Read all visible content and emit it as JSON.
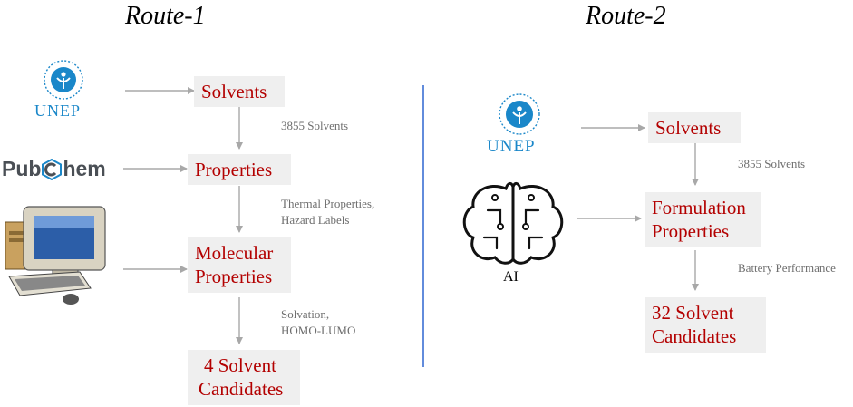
{
  "route1": {
    "title": "Route-1",
    "logo_unep": "UNEP",
    "logo_pubchem_a": "Pub",
    "logo_pubchem_b": "hem",
    "boxes": {
      "solvents": "Solvents",
      "properties": "Properties",
      "molecular_1": "Molecular",
      "molecular_2": "Properties",
      "candidates_1": "4 Solvent",
      "candidates_2": "Candidates"
    },
    "notes": {
      "n1": "3855 Solvents",
      "n2a": "Thermal Properties,",
      "n2b": "Hazard Labels",
      "n3a": "Solvation,",
      "n3b": "HOMO-LUMO"
    }
  },
  "route2": {
    "title": "Route-2",
    "logo_unep": "UNEP",
    "ai_label": "AI",
    "boxes": {
      "solvents": "Solvents",
      "formulation_1": "Formulation",
      "formulation_2": "Properties",
      "candidates_1": "32 Solvent",
      "candidates_2": "Candidates"
    },
    "notes": {
      "n1": "3855 Solvents",
      "n2": "Battery Performance"
    }
  },
  "colors": {
    "box_text": "#b30000",
    "box_bg": "#efefef",
    "arrow": "#a8a8a8",
    "divider": "#3b6fd4",
    "unep_blue": "#1a87c9"
  },
  "icons": [
    "unep-logo-icon",
    "pubchem-logo-icon",
    "computer-icon",
    "ai-brain-icon"
  ]
}
